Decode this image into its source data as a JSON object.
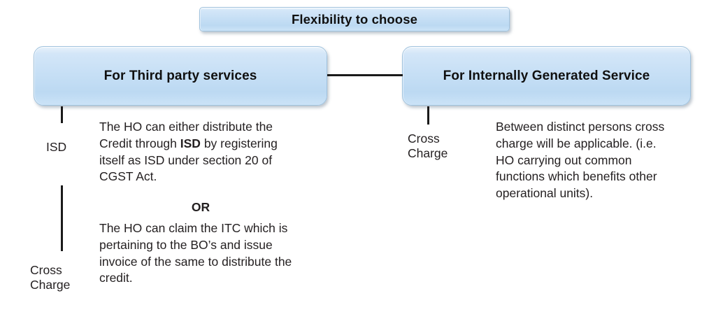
{
  "diagram": {
    "title_box": {
      "label": "Flexibility to choose"
    },
    "branches": [
      {
        "id": "third-party",
        "box_label": "For Third party services",
        "stub_label": "ISD",
        "lower_label": "Cross\nCharge",
        "paragraph_1_pre": "The HO can either distribute the Credit through ",
        "paragraph_1_bold": "ISD",
        "paragraph_1_post": " by registering itself as ISD under section 20 of CGST Act.",
        "divider_label": "OR",
        "paragraph_2": "The HO can claim the ITC which is pertaining to the BO’s and issue invoice of the same to distribute the credit."
      },
      {
        "id": "internally-generated",
        "box_label": "For Internally Generated Service",
        "stub_label": "Cross\nCharge",
        "paragraph_1": "Between distinct persons cross charge will be applicable. (i.e. HO carrying out common functions which benefits other operational units)."
      }
    ],
    "colors": {
      "box_fill": "#c6dff5",
      "box_border": "#9fc2de",
      "connector": "#1a1a1a",
      "text": "#231f20",
      "background": "#ffffff"
    }
  }
}
